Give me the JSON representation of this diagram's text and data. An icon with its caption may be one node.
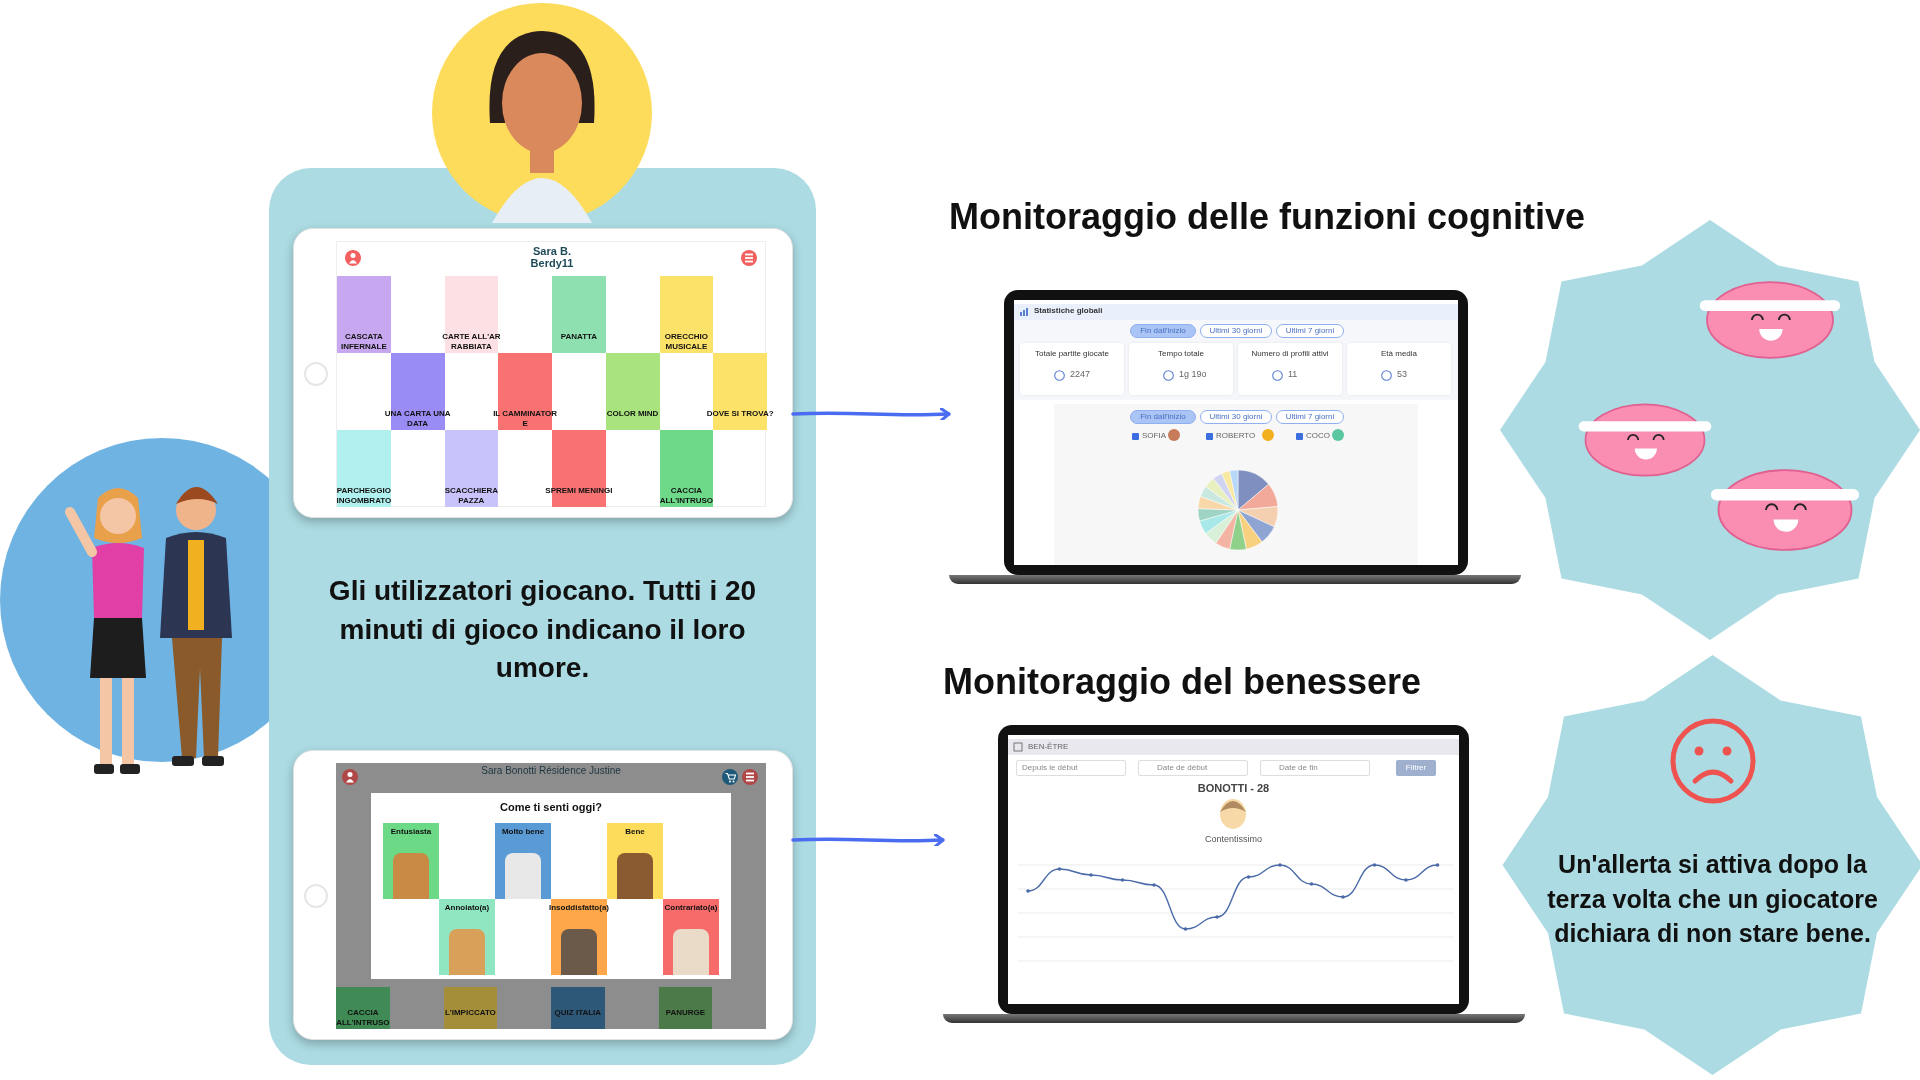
{
  "diagram": {
    "nodes": [
      {
        "text": [
          "Gli utilizzatori giocano. Tutti i 20 minuti di gioco indicano il loro umore."
        ]
      },
      {
        "text": [
          "Sara B. Berdy11",
          "CASCATA INFERNALE",
          "CARTE ALL'AR RABBIATA",
          "PANATTA",
          "ORECCHIO MUSICALE",
          "UNA CARTA UNA DATA",
          "IL CAMMINATOR E",
          "COLOR MIND",
          "DOVE SI TROVA?",
          "PARCHEGGIO INGOMBRATO",
          "SCACCHIERA PAZZA",
          "SPREMI MENINGI",
          "CACCIA ALL'INTRUSO"
        ],
        "in": 0
      },
      {
        "text": [
          "Sara Bonotti Résidence Justine",
          "Come ti senti oggi?",
          "Entusiasta",
          "Molto bene",
          "Bene",
          "Annoiato(a)",
          "Insoddisfatto(a)",
          "Contrariato(a)",
          "CACCIA ALL'INTRUSO",
          "L'IMPICCATO",
          "QUIZ ITALIA",
          "PANURGE"
        ],
        "in": 0
      },
      {
        "text": [
          "Monitoraggio delle funzioni cognitive",
          "Statistiche globali",
          "Fin dall'inizio",
          "Ultimi 30 giorni",
          "Ultimi 7 giorni",
          "Totale partite giocate",
          "2247",
          "Tempo totale",
          "1g 19o",
          "Numero di profili attivi",
          "11",
          "Età media",
          "53",
          "Fin dall'inizio",
          "Ultimi 30 giorni",
          "Ultimi 7 giorni",
          "SOFIA",
          "ROBERTO",
          "COCO"
        ]
      },
      {
        "text": [
          "Monitoraggio del benessere",
          "BEN-ÊTRE",
          "Depuis le début",
          "Date de début",
          "Date de fin",
          "Filtrer",
          "BONOTTI - 28",
          "Contentissimo"
        ]
      },
      {
        "text": [],
        "shape": "picture"
      },
      {
        "text": [
          "Un'allerta si attiva dopo la terza volta che un giocatore dichiara di non stare bene."
        ]
      }
    ],
    "edges": [
      {
        "from": 1,
        "to": 3,
        "arrow": "to"
      },
      {
        "from": 2,
        "to": 4,
        "arrow": "to"
      }
    ]
  }
}
